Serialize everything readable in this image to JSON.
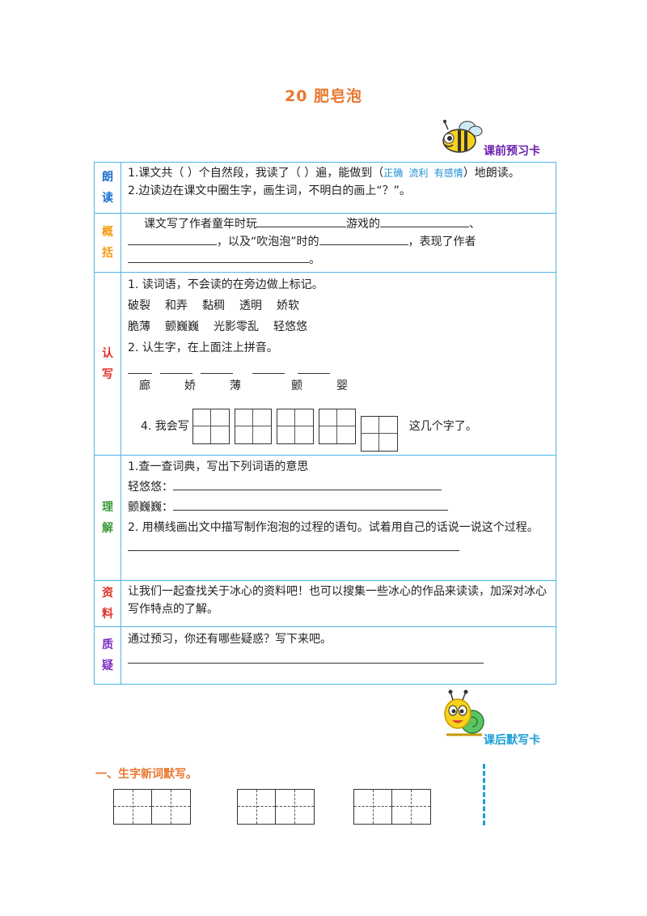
{
  "title": "20  肥皂泡",
  "badge_preview": "课前预习卡",
  "badge_dictation": "课后默写卡",
  "rows": {
    "langdu": {
      "label": [
        "朗",
        "读"
      ],
      "line1_a": "1.课文共（    ）个自然段，我读了（    ）遍，能做到（",
      "line1_note": "正确 流利 有感情",
      "line1_b": "）地朗读。",
      "line2": "2.边读边在课文中圈生字，画生词，不明白的画上“？”。"
    },
    "gaikuo": {
      "label": [
        "概",
        "括"
      ],
      "a": "课文写了作者童年时玩",
      "b": "游戏的",
      "c": "、",
      "d": "，以及“吹泡泡”时的",
      "e": "，表现了作者",
      "f": "。"
    },
    "renxie": {
      "label": [
        "认",
        "写"
      ],
      "q1": "1. 读词语，不会读的在旁边做上标记。",
      "words1": [
        "破裂",
        "和弄",
        "黏稠",
        "透明",
        "娇软"
      ],
      "words2": [
        "脆薄",
        "颤巍巍",
        "光影零乱",
        "轻悠悠"
      ],
      "q2": "2. 认生字，在上面注上拼音。",
      "chars": [
        "廊",
        "娇",
        "薄",
        "颤",
        "婴"
      ],
      "q4_a": "4. 我会写",
      "q4_b": "这几个字了。"
    },
    "lijie": {
      "label": [
        "理",
        "解"
      ],
      "q1": "1.查一查词典，写出下列词语的意思",
      "w1": "轻悠悠：",
      "w2": "颤巍巍：",
      "q2": "2. 用横线画出文中描写制作泡泡的过程的语句。试着用自己的话说一说这个过程。"
    },
    "ziliao": {
      "label": [
        "资",
        "料"
      ],
      "text": "让我们一起查找关于冰心的资料吧！也可以搜集一些冰心的作品来读读，加深对冰心写作特点的了解。"
    },
    "zhiyi": {
      "label": [
        "质",
        "疑"
      ],
      "text": "通过预习，你还有哪些疑惑？写下来吧。"
    }
  },
  "dictation_title": "一、生字新词默写。",
  "colors": {
    "title": "#e8772e",
    "border": "#4db6e8",
    "badge_preview": "#6a1fae",
    "badge_dictation": "#1a9fd6"
  }
}
